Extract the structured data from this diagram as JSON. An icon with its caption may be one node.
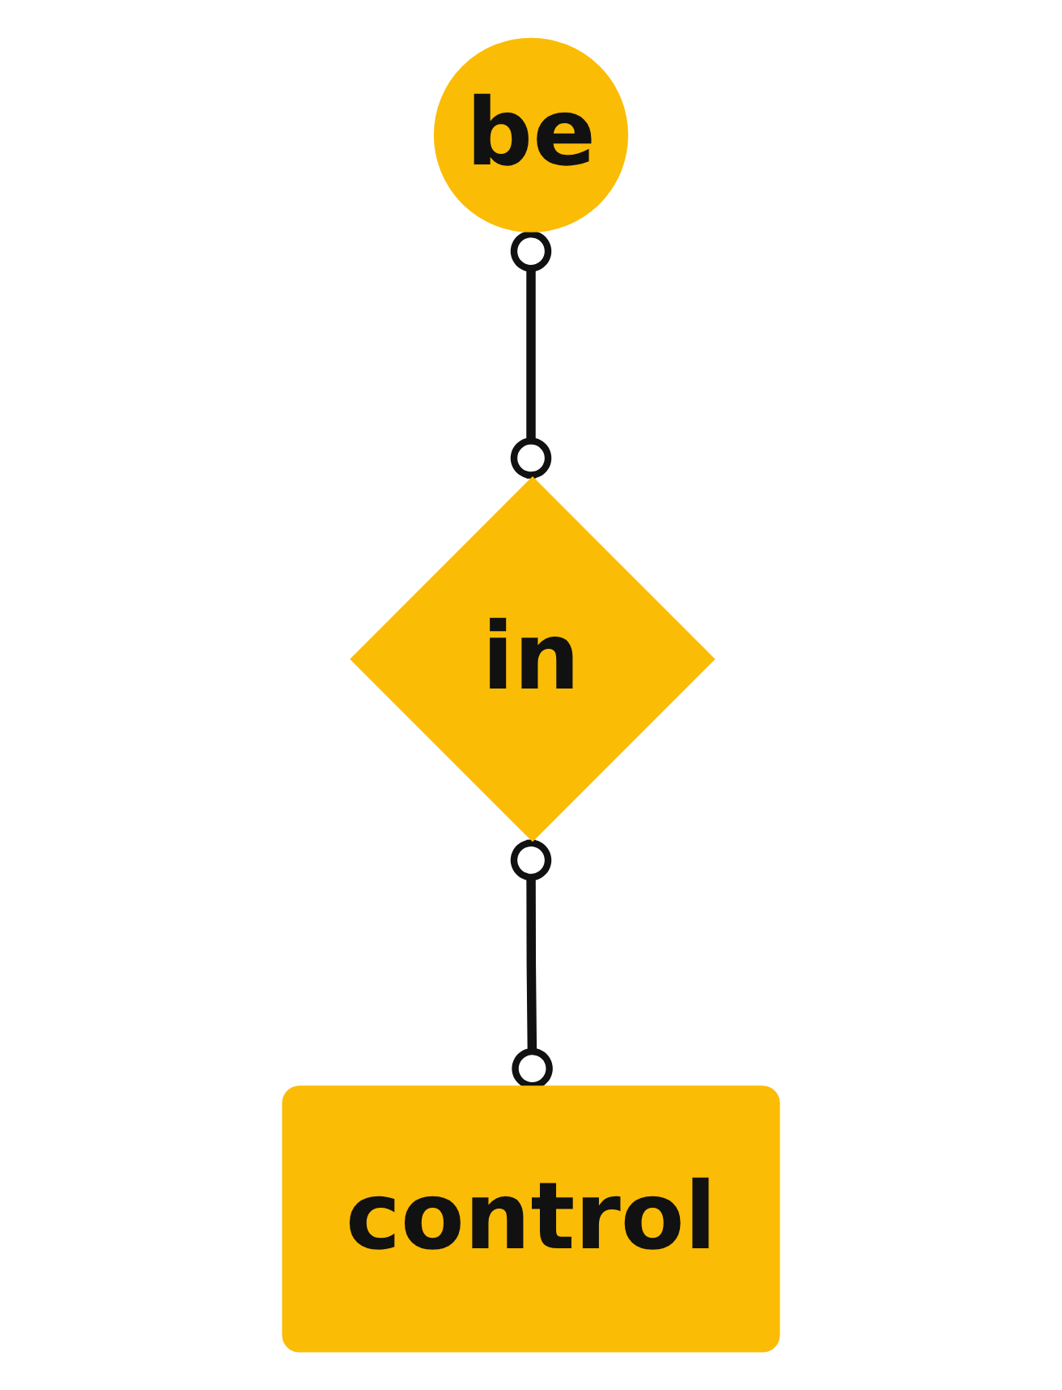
{
  "diagram": {
    "nodes": [
      {
        "text": [
          "be"
        ]
      },
      {
        "text": [
          "in"
        ]
      },
      {
        "text": [
          "control"
        ]
      }
    ],
    "edges": [
      {
        "from": 0,
        "to": 1,
        "arrow": "other"
      },
      {
        "from": 1,
        "to": 2,
        "arrow": "other"
      }
    ]
  }
}
